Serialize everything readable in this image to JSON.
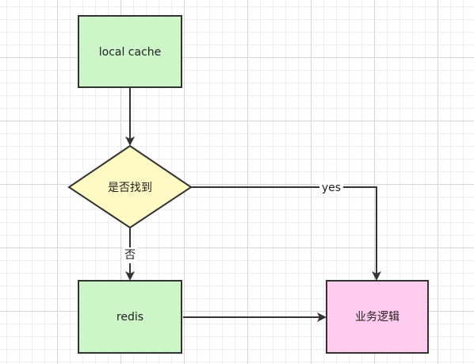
{
  "nodes": {
    "local_cache": {
      "label": "local cache",
      "shape": "rectangle",
      "fill": "#ccf5c8"
    },
    "decision": {
      "label": "是否找到",
      "shape": "diamond",
      "fill": "#fff9c4"
    },
    "redis": {
      "label": "redis",
      "shape": "rectangle",
      "fill": "#ccf5c8"
    },
    "business_logic": {
      "label": "业务逻辑",
      "shape": "rectangle",
      "fill": "#ffccef"
    }
  },
  "edges": {
    "yes_label": "yes",
    "no_label": "否"
  },
  "colors": {
    "stroke": "#333333",
    "grid_major": "#d6d6d6",
    "grid_minor": "#eeeeee"
  }
}
